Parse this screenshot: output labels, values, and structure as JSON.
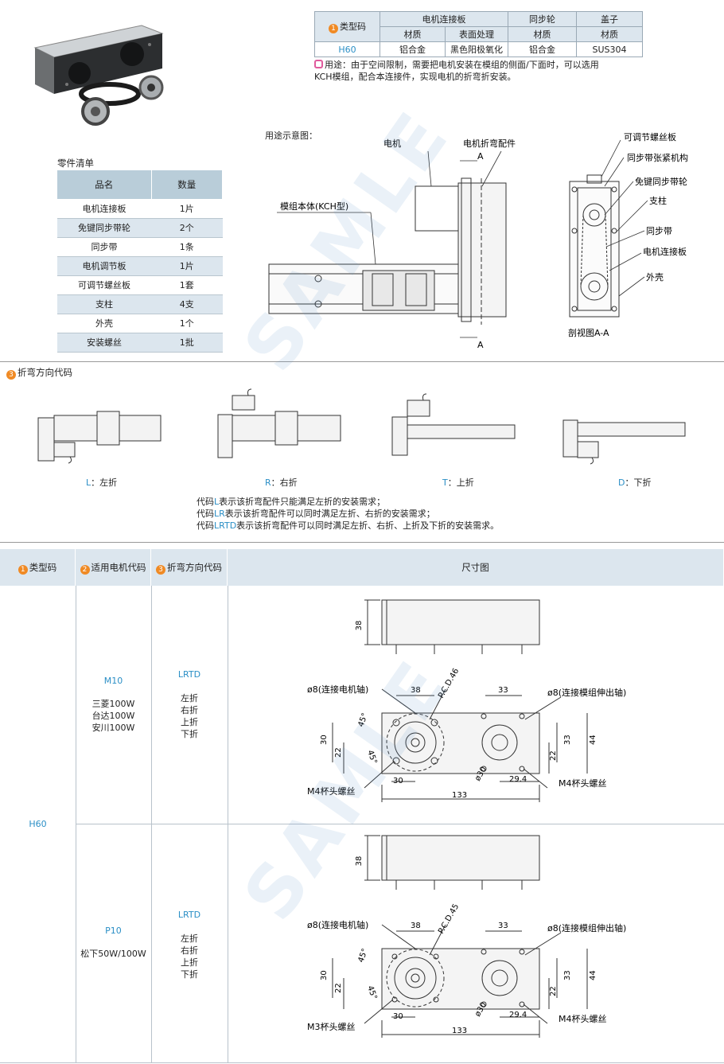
{
  "spec_table": {
    "type_code_header": "类型码",
    "motor_plate_header": "电机连接板",
    "pulley_header": "同步轮",
    "cover_header": "盖子",
    "sub_material": "材质",
    "sub_surface": "表面处理",
    "row": {
      "type": "H60",
      "plate_material": "铝合金",
      "plate_surface": "黑色阳极氧化",
      "pulley_material": "铝合金",
      "cover_material": "SUS304"
    }
  },
  "usage_note": {
    "label": "用途",
    "line1": "：由于空间限制，需要把电机安装在模组的侧面/下面时，可以选用",
    "line2": "KCH模组，配合本连接件，实现电机的折弯折安装。"
  },
  "parts_list": {
    "title": "零件清单",
    "col_name": "品名",
    "col_qty": "数量",
    "rows": [
      {
        "name": "电机连接板",
        "qty": "1片"
      },
      {
        "name": "免键同步带轮",
        "qty": "2个"
      },
      {
        "name": "同步带",
        "qty": "1条"
      },
      {
        "name": "电机调节板",
        "qty": "1片"
      },
      {
        "name": "可调节螺丝板",
        "qty": "1套"
      },
      {
        "name": "支柱",
        "qty": "4支"
      },
      {
        "name": "外壳",
        "qty": "1个"
      },
      {
        "name": "安装螺丝",
        "qty": "1批"
      }
    ]
  },
  "usage_diagram": {
    "title": "用途示意图：",
    "motor": "电机",
    "bend_part": "电机折弯配件",
    "module_body": "模组本体(KCH型)",
    "section_mark": "A",
    "adjust_screw_plate": "可调节螺丝板",
    "belt_tensioner": "同步带张紧机构",
    "keyless_pulley": "免键同步带轮",
    "pillar": "支柱",
    "belt": "同步带",
    "motor_plate": "电机连接板",
    "housing": "外壳",
    "section_caption": "剖视图A-A"
  },
  "bend_direction": {
    "title": "折弯方向代码",
    "items": [
      {
        "code": "L",
        "text": "：左折"
      },
      {
        "code": "R",
        "text": "：右折"
      },
      {
        "code": "T",
        "text": "：上折"
      },
      {
        "code": "D",
        "text": "：下折"
      }
    ],
    "notes": [
      {
        "pre": "代码",
        "code": "L",
        "post": "表示该折弯配件只能满足左折的安装需求；"
      },
      {
        "pre": "代码",
        "code": "LR",
        "post": "表示该折弯配件可以同时满足左折、右折的安装需求；"
      },
      {
        "pre": "代码",
        "code": "LRTD",
        "post": "表示该折弯配件可以同时满足左折、右折、上折及下折的安装需求。"
      }
    ]
  },
  "dim_table": {
    "headers": [
      "类型码",
      "适用电机代码",
      "折弯方向代码",
      "尺寸图"
    ],
    "type": "H60",
    "rows": [
      {
        "motor_code": "M10",
        "motors": [
          "三菱100W",
          "台达100W",
          "安川100W"
        ],
        "dir_code": "LRTD",
        "dirs": [
          "左折",
          "右折",
          "上折",
          "下折"
        ],
        "dims": {
          "height": "38",
          "shaft_label": "ø8(连接电机轴)",
          "out_label": "ø8(连接模组伸出轴)",
          "pcd": "P.C.D.46",
          "d38": "38",
          "d33": "33",
          "d30": "30",
          "d22": "22",
          "d44": "44",
          "d33v": "33",
          "d22r": "22",
          "ang1": "45°",
          "ang2": "45°",
          "d30b": "30",
          "dia30": "ø30",
          "d294": "29.4",
          "d133": "133",
          "screw_left": "M4杯头螺丝",
          "screw_right": "M4杯头螺丝"
        }
      },
      {
        "motor_code": "P10",
        "motors": [
          "松下50W/100W"
        ],
        "dir_code": "LRTD",
        "dirs": [
          "左折",
          "右折",
          "上折",
          "下折"
        ],
        "dims": {
          "height": "38",
          "shaft_label": "ø8(连接电机轴)",
          "out_label": "ø8(连接模组伸出轴)",
          "pcd": "P.C.D.45",
          "d38": "38",
          "d33": "33",
          "d30": "30",
          "d22": "22",
          "d44": "44",
          "d33v": "33",
          "d22r": "22",
          "ang1": "45°",
          "ang2": "45°",
          "d30b": "30",
          "dia30": "ø30",
          "d294": "29.4",
          "d133": "133",
          "screw_left": "M3杯头螺丝",
          "screw_right": "M4杯头螺丝"
        }
      }
    ]
  },
  "watermark": "SAMLE"
}
